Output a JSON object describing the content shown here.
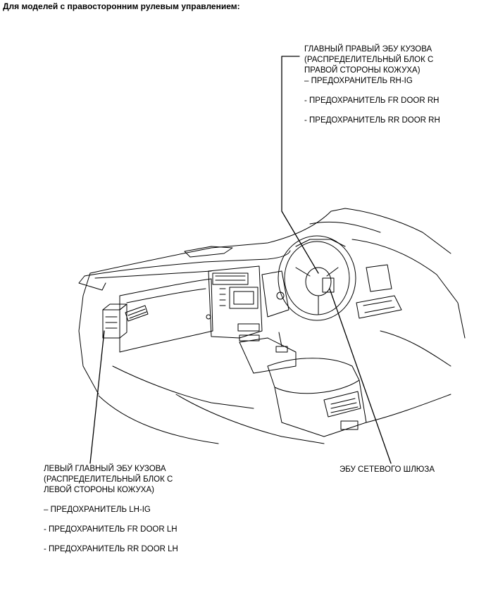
{
  "header": "Для моделей с правосторонним рулевым управлением:",
  "right_block": {
    "line1": "ГЛАВНЫЙ ПРАВЫЙ ЭБУ КУЗОВА",
    "line2": "(РАСПРЕДЕЛИТЕЛЬНЫЙ БЛОК С",
    "line3": "ПРАВОЙ СТОРОНЫ КОЖУХА)",
    "fuse1": "– ПРЕДОХРАНИТЕЛЬ RH-IG",
    "fuse2": "- ПРЕДОХРАНИТЕЛЬ FR DOOR RH",
    "fuse3": "- ПРЕДОХРАНИТЕЛЬ RR DOOR RH"
  },
  "left_block": {
    "line1": "ЛЕВЫЙ ГЛАВНЫЙ ЭБУ КУЗОВА",
    "line2": "(РАСПРЕДЕЛИТЕЛЬНЫЙ БЛОК С",
    "line3": "ЛЕВОЙ СТОРОНЫ КОЖУХА)",
    "fuse1": "– ПРЕДОХРАНИТЕЛЬ LH-IG",
    "fuse2": "- ПРЕДОХРАНИТЕЛЬ FR DOOR LH",
    "fuse3": "- ПРЕДОХРАНИТЕЛЬ RR DOOR LH"
  },
  "gateway_label": "ЭБУ СЕТЕВОГО ШЛЮЗА"
}
